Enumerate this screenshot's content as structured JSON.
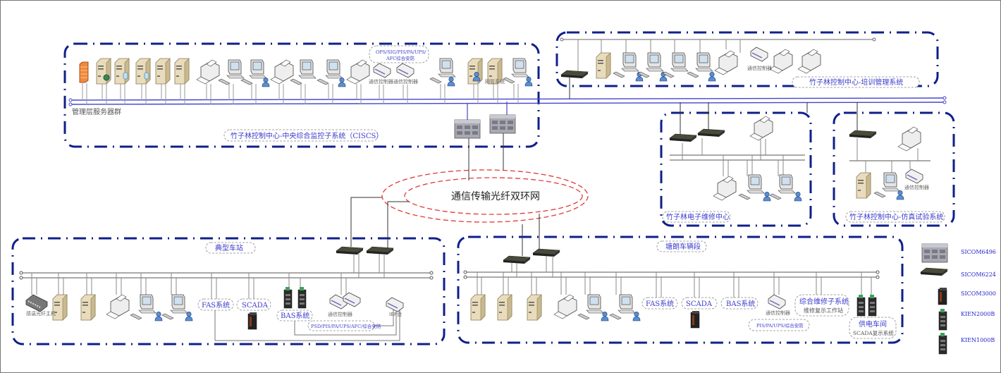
{
  "diagram": {
    "ring": {
      "label": "通信传输光纤双环网"
    },
    "zones": {
      "ciscs": {
        "title": "竹子林控制中心-中央综合监控子系统（CISCS）",
        "server_group_label": "管理层服务器群",
        "bubble_ops": "OPS/SIG/PIS/PA/UPS/",
        "bubble_ops2": "AFC综合安防",
        "comm_ctrl_1": "通信控制器",
        "comm_ctrl_2": "通信控制器",
        "netmgmt": "网管系统"
      },
      "training": {
        "title": "竹子林控制中心-培训管理系统",
        "comm_ctrl": "通信控制器"
      },
      "repair": {
        "title": "竹子林电子维修中心"
      },
      "simulation": {
        "title": "竹子林控制中心-仿真试验系统",
        "comm_ctrl": "通信控制器"
      },
      "station": {
        "title": "典型车站",
        "fire_host": "感温光纤主机",
        "fas": "FAS系统",
        "scada": "SCADA",
        "bas": "BAS系统",
        "comm_ctrl": "通信控制器",
        "ibp": "IBP盘",
        "psd_bubble": "PSD/PIS/PA/UPS/AFC/综合安防"
      },
      "depot": {
        "title": "塘朗车辆段",
        "fas": "FAS系统",
        "scada": "SCADA",
        "bas": "BAS系统",
        "comm_ctrl": "通信控制器",
        "pis_bubble": "PIS/PA/UPS/综合安防",
        "maint_title": "综合维修子系统",
        "maint_sub": "维修复示工作站",
        "power_title": "供电车间",
        "power_sub": "SCADA复示系统"
      }
    },
    "legend": [
      {
        "device": "SICOM6496"
      },
      {
        "device": "SICOM6224"
      },
      {
        "device": "SICOM3000"
      },
      {
        "device": "KIEN2000B"
      },
      {
        "device": "KIEN1000B"
      }
    ],
    "colors": {
      "zone_border": "#0f1f8a",
      "bus_blue": "#4444cc",
      "ring_red": "#e03a3a",
      "label_blue": "#3b3bcc"
    }
  }
}
